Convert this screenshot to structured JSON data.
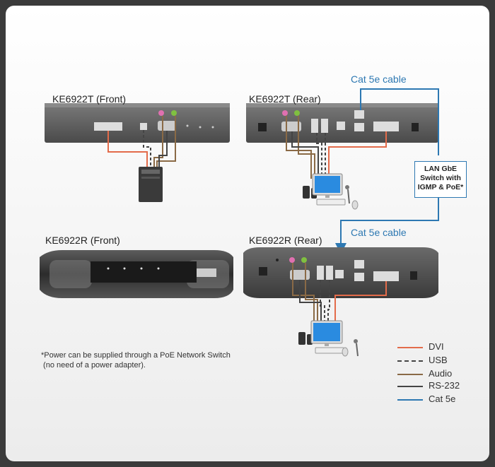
{
  "labels": {
    "tx_front": "KE6922T (Front)",
    "tx_rear": "KE6922T (Rear)",
    "rx_front": "KE6922R (Front)",
    "rx_rear": "KE6922R (Rear)",
    "cat5e_top": "Cat 5e cable",
    "cat5e_bottom": "Cat 5e cable"
  },
  "switch_box": {
    "line1": "LAN GbE",
    "line2": "Switch with",
    "line3": "IGMP & PoE*"
  },
  "note": {
    "line1": "*Power can be supplied through a PoE Network Switch",
    "line2": " (no need of a power adapter)."
  },
  "legend": [
    {
      "label": "DVI",
      "color": "#e36b4a",
      "style": "solid"
    },
    {
      "label": "USB",
      "color": "#444444",
      "style": "dashed"
    },
    {
      "label": "Audio",
      "color": "#8a6a46",
      "style": "solid"
    },
    {
      "label": "RS-232",
      "color": "#444444",
      "style": "solid"
    },
    {
      "label": "Cat 5e",
      "color": "#2d78b2",
      "style": "solid"
    }
  ],
  "colors": {
    "dvi": "#e36b4a",
    "usb": "#444444",
    "audio": "#8a6a46",
    "rs232": "#444444",
    "cat5e": "#2d78b2",
    "device_body": "#5a5a5a"
  },
  "icons": [
    "pc-tower-icon",
    "monitor-icon",
    "keyboard-icon",
    "mouse-icon",
    "speakers-icon",
    "microphone-icon"
  ]
}
